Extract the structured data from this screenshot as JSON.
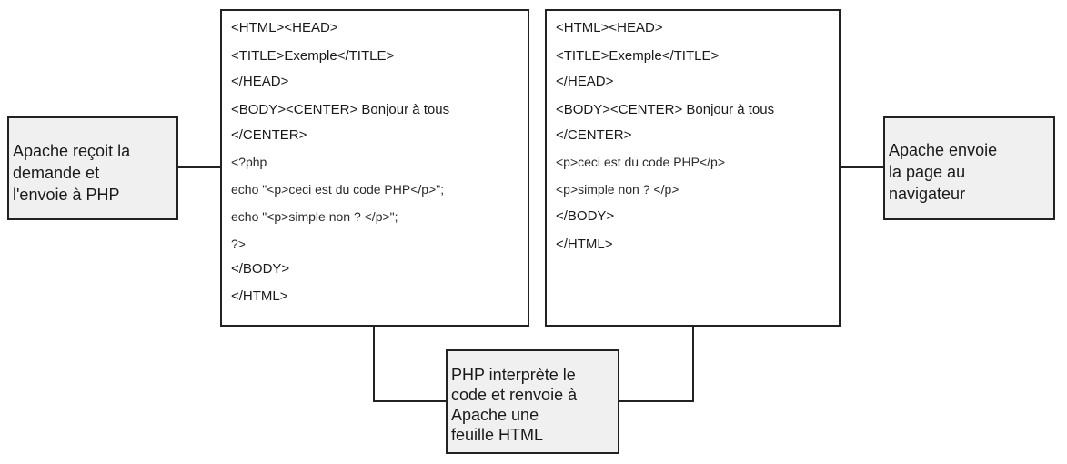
{
  "left_box": {
    "lines": [
      "Apache reçoit la",
      "demande et",
      "l'envoie à PHP"
    ]
  },
  "right_box": {
    "lines": [
      "Apache envoie",
      "la page au",
      "navigateur"
    ]
  },
  "center_box": {
    "lines": [
      "PHP interprète le",
      "code et renvoie à",
      "Apache une",
      "feuille HTML"
    ]
  },
  "source_code": {
    "lines": [
      "<HTML><HEAD>",
      "<TITLE>Exemple</TITLE>",
      "</HEAD>",
      "<BODY><CENTER> Bonjour à tous",
      "</CENTER>",
      "<?php",
      "echo \"<p>ceci est du code PHP</p>\";",
      "echo \"<p>simple non ? </p>\";",
      "?>",
      "</BODY>",
      "</HTML>"
    ]
  },
  "output_code": {
    "lines": [
      "<HTML><HEAD>",
      "<TITLE>Exemple</TITLE>",
      "</HEAD>",
      "<BODY><CENTER> Bonjour à tous",
      "</CENTER>",
      "<p>ceci est du code PHP</p>",
      "<p>simple non ? </p>",
      "</BODY>",
      "</HTML>"
    ]
  }
}
